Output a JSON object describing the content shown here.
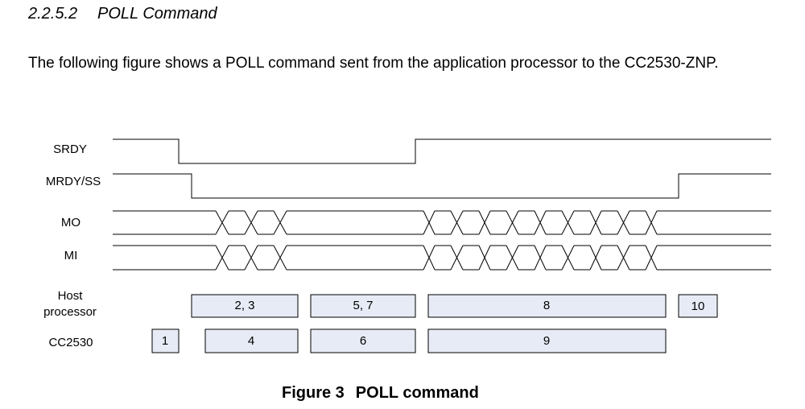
{
  "section": {
    "number": "2.2.5.2",
    "title": "POLL Command"
  },
  "paragraph": "The following figure shows a POLL command sent from the application processor to the CC2530-ZNP.",
  "diagram": {
    "signals": [
      "SRDY",
      "MRDY/SS",
      "MO",
      "MI"
    ],
    "rows": {
      "host_line1": "Host",
      "host_line2": "processor",
      "device": "CC2530"
    },
    "host_steps": [
      "2, 3",
      "5, 7",
      "8",
      "10"
    ],
    "device_steps": [
      "1",
      "4",
      "6",
      "9"
    ]
  },
  "caption": {
    "figure": "Figure 3",
    "title": "POLL command"
  }
}
